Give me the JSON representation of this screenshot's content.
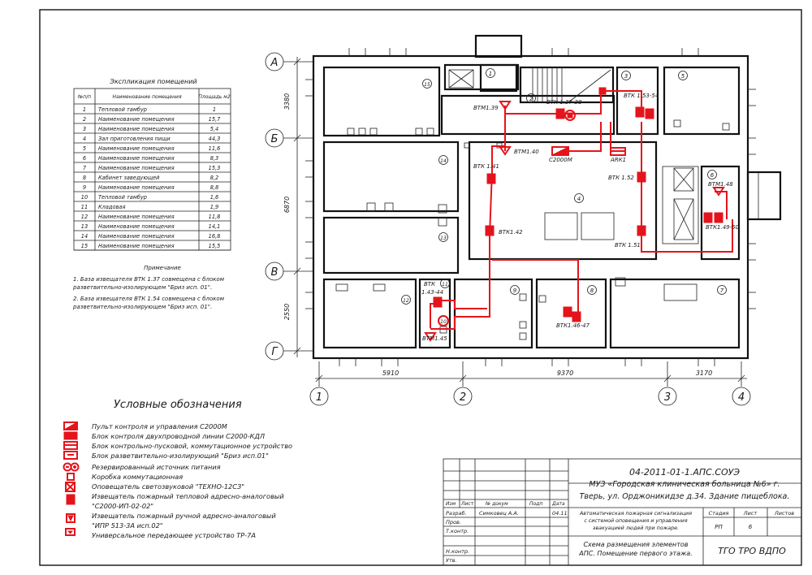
{
  "axes": {
    "rows": [
      "А",
      "Б",
      "В",
      "Г"
    ],
    "cols": [
      "1",
      "2",
      "3",
      "4"
    ],
    "dims_vertical": [
      "3380",
      "6870",
      "2550"
    ],
    "dims_horizontal": [
      "5910",
      "9370",
      "3170"
    ]
  },
  "explication": {
    "title": "Экспликация помещений",
    "col_num": "№п/п",
    "col_name": "Наименование помещения",
    "col_area": "Площадь м2",
    "rows": [
      {
        "n": "1",
        "name": "Тепловой тамбур",
        "area": "1"
      },
      {
        "n": "2",
        "name": "Наименование помещения",
        "area": "15,7"
      },
      {
        "n": "3",
        "name": "Наименование помещения",
        "area": "5,4"
      },
      {
        "n": "4",
        "name": "Зал приготовления пищи",
        "area": "44,3"
      },
      {
        "n": "5",
        "name": "Наименование помещения",
        "area": "11,6"
      },
      {
        "n": "6",
        "name": "Наименование помещения",
        "area": "8,3"
      },
      {
        "n": "7",
        "name": "Наименование помещения",
        "area": "15,3"
      },
      {
        "n": "8",
        "name": "Кабинет заведующей",
        "area": "8,2"
      },
      {
        "n": "9",
        "name": "Наименование помещения",
        "area": "8,8"
      },
      {
        "n": "10",
        "name": "Тепловой тамбур",
        "area": "1,6"
      },
      {
        "n": "11",
        "name": "Кладовая",
        "area": "1,9"
      },
      {
        "n": "12",
        "name": "Наименование помещения",
        "area": "11,8"
      },
      {
        "n": "13",
        "name": "Наименование помещения",
        "area": "14,1"
      },
      {
        "n": "14",
        "name": "Наименование помещения",
        "area": "16,8"
      },
      {
        "n": "15",
        "name": "Наименование помещения",
        "area": "15,5"
      }
    ]
  },
  "notes": {
    "title": "Примечание",
    "lines": [
      "1. База извещателя ВТК 1.37 совмещена с блоком",
      "разветвительно-изолирующем \"Бриз исп. 01\".",
      "2. База извещателя ВТК 1.54 совмещена с блоком",
      "разветвительно-изолирующем \"Бриз исп. 01\"."
    ]
  },
  "plan": {
    "room_numbers": [
      "1",
      "2",
      "3",
      "4",
      "5",
      "6",
      "7",
      "8",
      "9",
      "10",
      "11",
      "12",
      "13",
      "14",
      "15"
    ],
    "device_labels": {
      "btm139": "ВТМ1.39",
      "btk13738": "ВТК 1.37-38",
      "btk15354": "ВТК 1.53-54",
      "btm140": "ВТМ1.40",
      "c2000m": "С2000М",
      "ark1": "АRК1",
      "btk141": "ВТК 1.41",
      "btk152": "ВТК 1.52",
      "btm148": "ВТМ1.48",
      "btk14950": "ВТК1.49-50",
      "btk142": "ВТК1.42",
      "btk151": "ВТК 1.51",
      "btk_a": "ВТК",
      "btk_b": "1.43-44",
      "btm145": "ВТМ1.45",
      "btk14647": "ВТК1.46-47"
    }
  },
  "legend": {
    "title": "Условные обозначения",
    "items": [
      "Пульт контроля и управления С2000М",
      "Блок контроля двухпроводной линии С2000-КДЛ",
      "Блок контрольно-пусковой, коммутационное устройство",
      "Блок разветвительно-изолирующий \"Бриз исп.01\"",
      "Резервированный источник питания",
      "Коробка коммутационная",
      "Оповещатель светозвуковой \"ТЕХНО-12СЗ\"",
      "Извещатель пожарный тепловой адресно-аналоговый",
      "\"С2000-ИП-02-02\"",
      "Извещатель пожарный ручной адресно-аналоговый",
      "\"ИПР 513-3А исп.02\"",
      "Универсальное передающее устройство ТР-7А"
    ]
  },
  "title_block": {
    "doc_code": "04-2011-01-1.АПС.СОУЭ",
    "org_line1": "МУЗ «Городская клиническая больница №6» г.",
    "org_line2": "Тверь, ул. Орджоникидзе д.34. Здание пищеблока.",
    "hdr_izm": "Изм",
    "hdr_list": "Лист",
    "hdr_ndoc": "№ докум",
    "hdr_podp": "Подп",
    "hdr_data": "Дата",
    "razrab": "Разраб.",
    "razrab_name": "Симковец А.А.",
    "razrab_date": "04.11",
    "prov": "Пров.",
    "tkontr": "Т.контр.",
    "nkontr": "Н.контр.",
    "utv": "Утв.",
    "desc_1": "Автоматическая пожарная сигнализация",
    "desc_2": "с системой оповещения и управления",
    "desc_3": "эвакуацией людей при пожаре.",
    "stadia": "Стадия",
    "list": "Лист",
    "listov": "Листов",
    "stadia_val": "РП",
    "list_val": "6",
    "sheet_1": "Схема размещения элементов",
    "sheet_2": "АПС. Помещение первого этажа.",
    "company": "ТГО ТРО ВДПО"
  }
}
